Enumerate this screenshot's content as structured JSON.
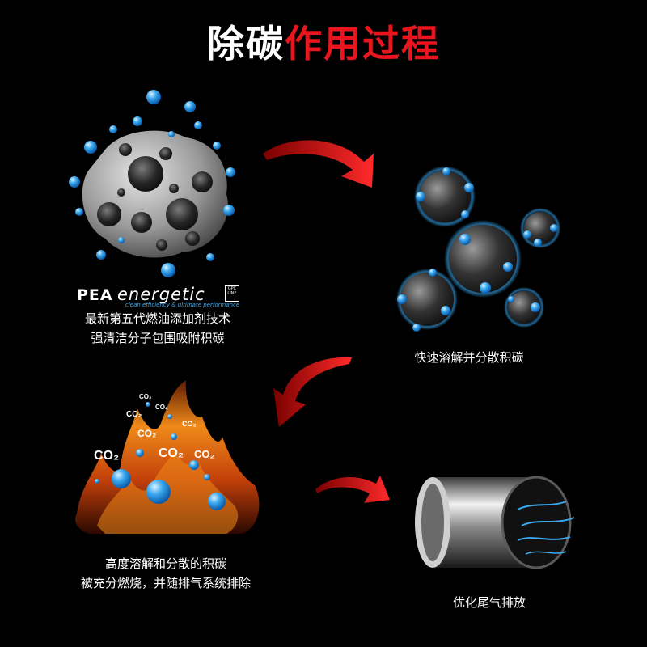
{
  "title": {
    "part1": "除碳",
    "part2": "作用过程"
  },
  "colors": {
    "title_white": "#ffffff",
    "title_red": "#e8141e",
    "arrow_red": "#e8141e",
    "bubble_blue": "#3aa8f0",
    "background": "#000000"
  },
  "brand": {
    "prefix": "PEA",
    "name": "energetic",
    "tagline": "clean efficiency & ultimate performance",
    "badge": "GPC LINE"
  },
  "step1": {
    "line1": "最新第五代燃油添加剂技术",
    "line2": "强清洁分子包围吸附积碳"
  },
  "step2": {
    "caption": "快速溶解并分散积碳"
  },
  "step3": {
    "line1": "高度溶解和分散的积碳",
    "line2": "被充分燃烧，并随排气系统排除",
    "co2_labels": [
      "CO₂",
      "CO₂",
      "CO₂",
      "CO₂",
      "CO₂",
      "CO₂",
      "CO₂"
    ]
  },
  "step4": {
    "caption": "优化尾气排放"
  },
  "icons": [
    "carbon-deposit-icon",
    "dispersed-carbon-icon",
    "flame-icon",
    "exhaust-pipe-icon",
    "arrow-icon"
  ]
}
